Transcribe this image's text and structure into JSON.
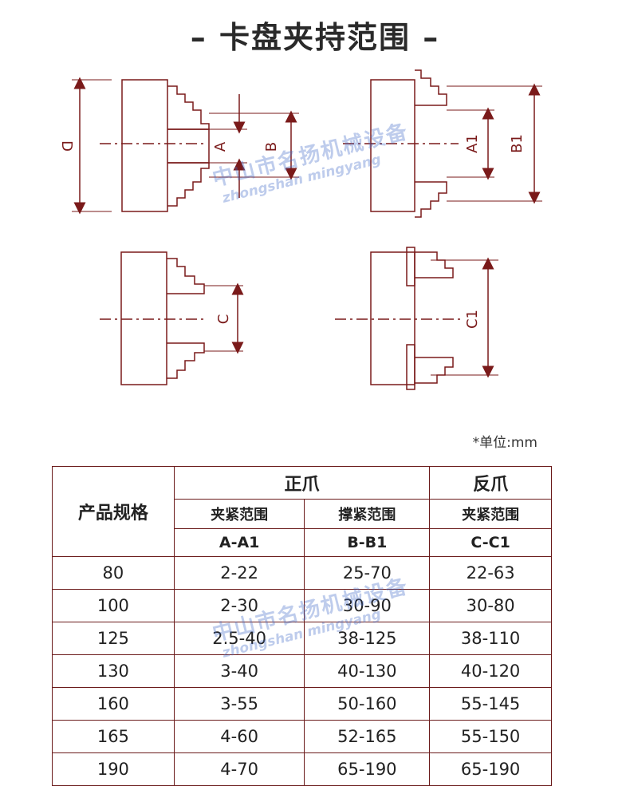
{
  "title": "– 卡盘夹持范围 –",
  "diagram": {
    "labels": {
      "D": "D",
      "A": "A",
      "B": "B",
      "A1": "A1",
      "B1": "B1",
      "C": "C",
      "C1": "C1"
    }
  },
  "unit_note": "*单位:mm",
  "watermark": {
    "chinese": "中山市名扬机械设备",
    "pinyin": "zhongshan mingyang"
  },
  "table": {
    "product_header": "产品规格",
    "group_headers": [
      "正爪",
      "反爪"
    ],
    "sub_headers": [
      "夹紧范围",
      "撑紧范围",
      "夹紧范围"
    ],
    "code_headers": [
      "A-A1",
      "B-B1",
      "C-C1"
    ],
    "rows": [
      [
        "80",
        "2-22",
        "25-70",
        "22-63"
      ],
      [
        "100",
        "2-30",
        "30-90",
        "30-80"
      ],
      [
        "125",
        "2.5-40",
        "38-125",
        "38-110"
      ],
      [
        "130",
        "3-40",
        "40-130",
        "40-120"
      ],
      [
        "160",
        "3-55",
        "50-160",
        "55-145"
      ],
      [
        "165",
        "4-60",
        "52-165",
        "55-150"
      ],
      [
        "190",
        "4-70",
        "65-190",
        "65-190"
      ]
    ]
  }
}
